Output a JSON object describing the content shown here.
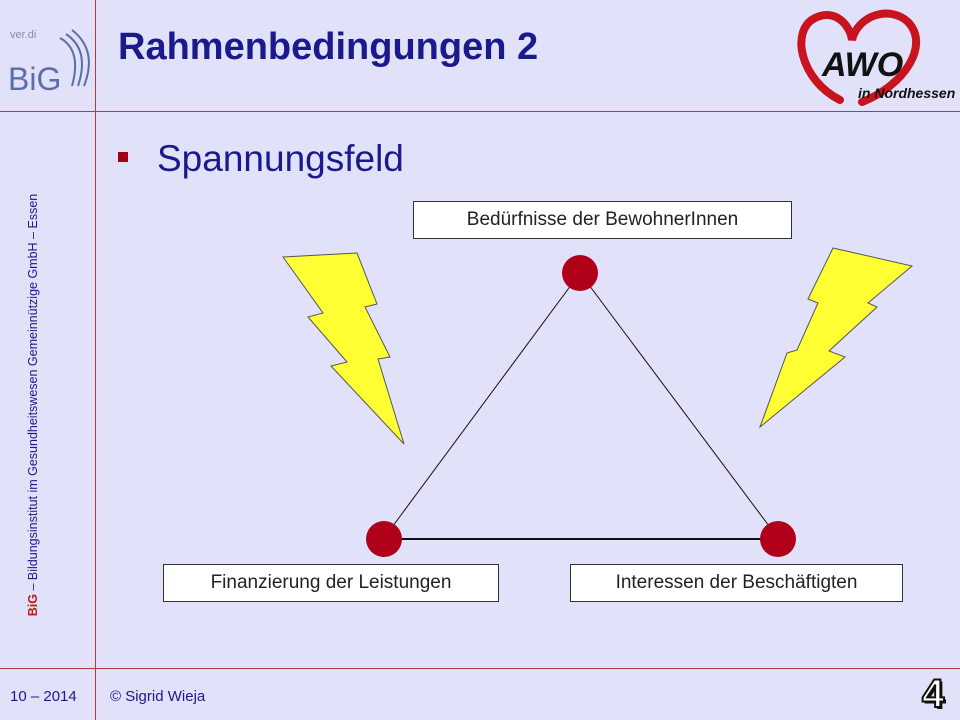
{
  "slide": {
    "title": "Rahmenbedingungen 2",
    "bullet": "Spannungsfeld"
  },
  "diagram": {
    "top_label": "Bedürfnisse der BewohnerInnen",
    "left_label": "Finanzierung der Leistungen",
    "right_label": "Interessen der Beschäftigten"
  },
  "sidebar": {
    "vertical_text_brand": "BiG",
    "vertical_text_rest": " – Bildungsinstitut im Gesundheitswesen Gemeinnützige GmbH – Essen"
  },
  "logos": {
    "big_small": "ver.di",
    "big_main": "BiG",
    "awo_main": "AWO",
    "awo_sub": "in Nordhessen"
  },
  "footer": {
    "date": "10 – 2014",
    "copyright": "© Sigrid Wieja",
    "page_number": "4"
  },
  "colors": {
    "background": "#e1e1f9",
    "title": "#1a1a8c",
    "node": "#b0001a",
    "lightning": "#ffff33",
    "rule": "#b23b3b"
  }
}
